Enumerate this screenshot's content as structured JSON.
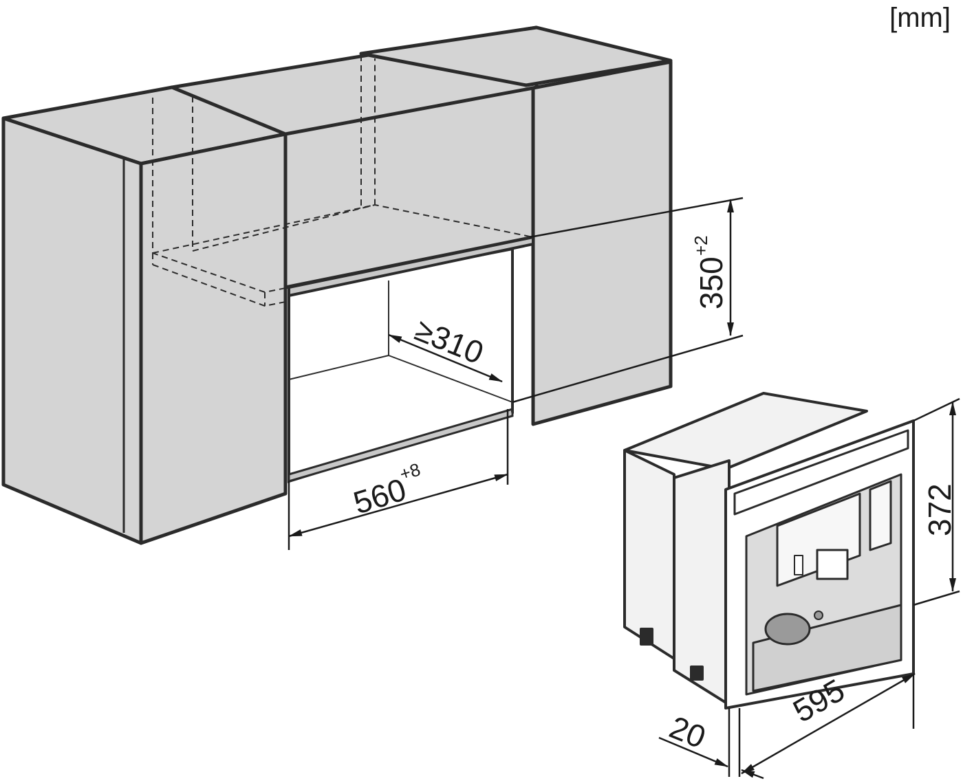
{
  "unit_label": "[mm]",
  "dimensions": {
    "niche_height": {
      "value": "350",
      "tolerance": "+2"
    },
    "niche_depth": {
      "value": "≥310"
    },
    "niche_width": {
      "value": "560",
      "tolerance": "+8"
    },
    "appliance_height": {
      "value": "372"
    },
    "appliance_width": {
      "value": "595"
    },
    "front_depth": {
      "value": "20"
    }
  },
  "colors": {
    "line": "#2b2b2b",
    "cabinet_fill": "#d4d4d4",
    "appliance_fill": "#f2f2f2",
    "background": "#ffffff"
  }
}
